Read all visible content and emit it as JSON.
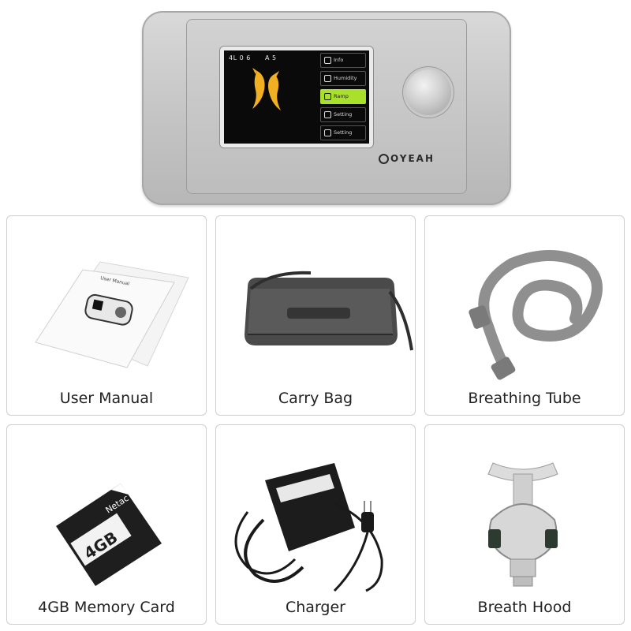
{
  "device": {
    "screen": {
      "status_left": "4L 0 6",
      "status_right": "A 5",
      "menu": [
        {
          "label": "Info",
          "active": false
        },
        {
          "label": "Humidity",
          "active": false
        },
        {
          "label": "Ramp",
          "active": true
        },
        {
          "label": "Setting",
          "active": false
        },
        {
          "label": "Setting",
          "active": false
        }
      ]
    },
    "brand": "OYEAH"
  },
  "items": [
    {
      "label": "User Manual",
      "icon": "user-manual-icon"
    },
    {
      "label": "Carry Bag",
      "icon": "carry-bag-icon"
    },
    {
      "label": "Breathing Tube",
      "icon": "breathing-tube-icon"
    },
    {
      "label": "4GB Memory Card",
      "icon": "memory-card-icon"
    },
    {
      "label": "Charger",
      "icon": "charger-icon"
    },
    {
      "label": "Breath Hood",
      "icon": "breath-hood-icon"
    }
  ],
  "manual_text": {
    "title": "User Manual"
  },
  "sdcard_text": {
    "brand": "Netac",
    "capacity": "4GB"
  },
  "colors": {
    "accent": "#a9e02c",
    "dolphin": "#f0b021",
    "border": "#cfcfcf"
  }
}
